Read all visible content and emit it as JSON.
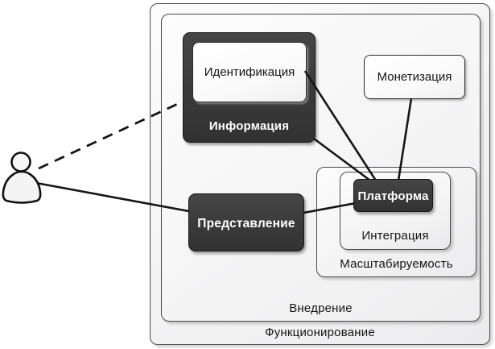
{
  "diagram": {
    "containers": {
      "functioning": {
        "label": "Функционирование"
      },
      "implementation": {
        "label": "Внедрение"
      },
      "scalability": {
        "label": "Масштабируемость"
      },
      "integration": {
        "label": "Интеграция"
      }
    },
    "nodes": {
      "information": {
        "label": "Информация",
        "style": "dark"
      },
      "identification": {
        "label": "Идентификация",
        "style": "light"
      },
      "monetization": {
        "label": "Монетизация",
        "style": "light"
      },
      "presentation": {
        "label": "Представление",
        "style": "dark"
      },
      "platform": {
        "label": "Платформа",
        "style": "dark"
      }
    },
    "actor": {
      "icon": "person-icon"
    },
    "edges": [
      {
        "from": "actor",
        "to": "identification",
        "style": "dashed"
      },
      {
        "from": "actor",
        "to": "presentation",
        "style": "solid"
      },
      {
        "from": "presentation",
        "to": "platform",
        "style": "solid"
      },
      {
        "from": "identification",
        "to": "platform",
        "style": "solid"
      },
      {
        "from": "information",
        "to": "platform",
        "style": "solid"
      },
      {
        "from": "monetization",
        "to": "platform",
        "style": "solid"
      }
    ],
    "colors": {
      "dark_node": "#3b3b3b",
      "dark_node_text": "#ffffff",
      "light_fill": "#f3f3f4",
      "line": "#151515",
      "text": "#1c1c1c"
    }
  }
}
